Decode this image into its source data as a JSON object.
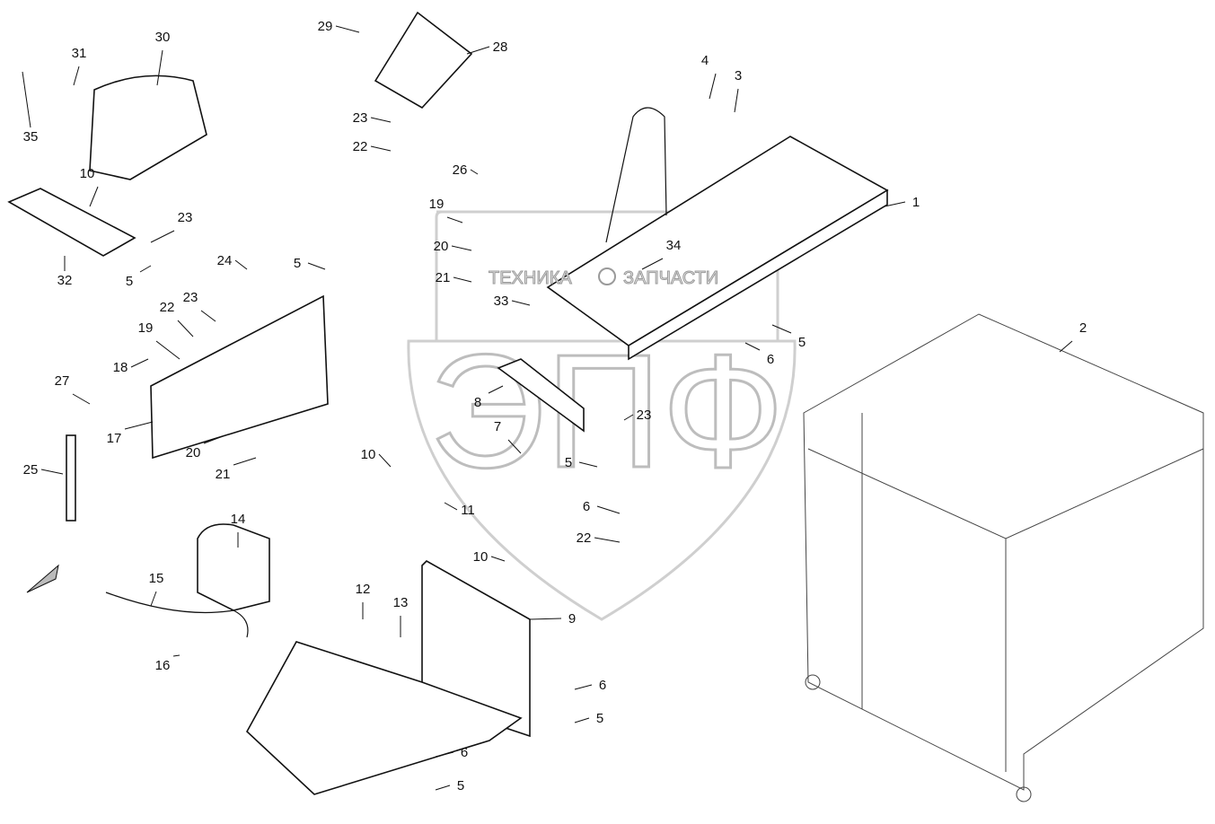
{
  "watermark": {
    "left_text": "ТЕХНИКА",
    "right_text": "ЗАПЧАСТИ",
    "logo_letters": "ЭПФ"
  },
  "callouts": [
    "29",
    "28",
    "30",
    "31",
    "35",
    "4",
    "3",
    "23",
    "22",
    "10",
    "26",
    "1",
    "19",
    "20",
    "23",
    "5",
    "32",
    "5",
    "24",
    "21",
    "34",
    "33",
    "23",
    "22",
    "2",
    "19",
    "5",
    "18",
    "6",
    "27",
    "8",
    "7",
    "23",
    "17",
    "20",
    "21",
    "25",
    "5",
    "10",
    "11",
    "6",
    "14",
    "22",
    "10",
    "15",
    "9",
    "12",
    "13",
    "16",
    "6",
    "5",
    "6",
    "5"
  ]
}
